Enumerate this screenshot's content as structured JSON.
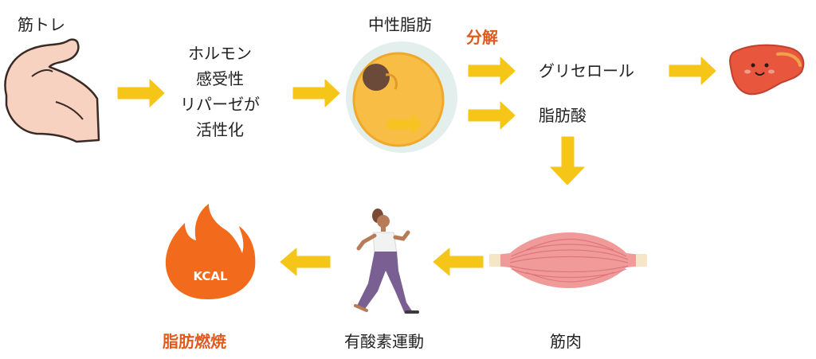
{
  "labels": {
    "kintore": "筋トレ",
    "hormone_l1": "ホルモン",
    "hormone_l2": "感受性",
    "hormone_l3": "リパーゼが",
    "hormone_l4": "活性化",
    "triglyceride": "中性脂肪",
    "decompose": "分解",
    "glycerol": "グリセロール",
    "fatty_acid": "脂肪酸",
    "muscle": "筋肉",
    "aerobic": "有酸素運動",
    "fat_burning": "脂肪燃焼",
    "kcal": "KCAL"
  },
  "colors": {
    "arrow": "#f5c518",
    "accent_red": "#e05a1e",
    "flame": "#f26a1b"
  },
  "icons": {
    "muscle_arm": "flexed-arm-icon",
    "fat_cell": "fat-cell-icon",
    "liver": "liver-icon",
    "muscle_fiber": "muscle-fiber-icon",
    "runner": "running-woman-icon",
    "flame": "flame-kcal-icon"
  }
}
